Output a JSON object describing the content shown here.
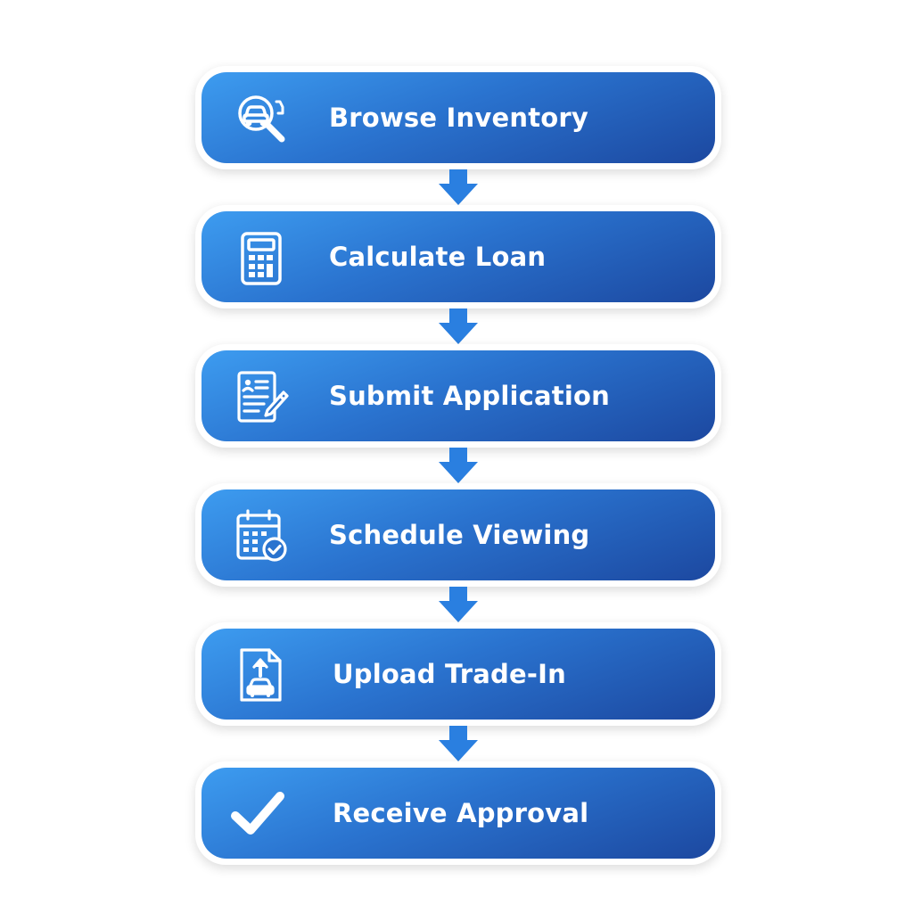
{
  "colors": {
    "gradient_light": "#3d9cf0",
    "gradient_mid": "#2a73cf",
    "gradient_dark": "#1c48a0",
    "arrow": "#2a7fe0",
    "text": "#ffffff"
  },
  "steps": [
    {
      "label": "Browse Inventory",
      "icon": "car-search-icon"
    },
    {
      "label": "Calculate Loan",
      "icon": "calculator-icon"
    },
    {
      "label": "Submit Application",
      "icon": "document-pen-icon"
    },
    {
      "label": "Schedule Viewing",
      "icon": "calendar-check-icon"
    },
    {
      "label": "Upload Trade-In",
      "icon": "upload-car-document-icon"
    },
    {
      "label": "Receive Approval",
      "icon": "checkmark-icon"
    }
  ]
}
